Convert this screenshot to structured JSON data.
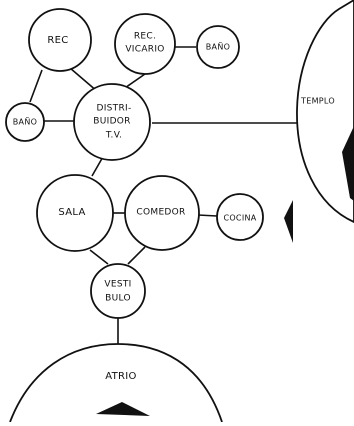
{
  "nodes": {
    "rec": "REC",
    "rec_vicario": [
      "REC.",
      "VICARIO"
    ],
    "bano_top": "BAÑO",
    "bano_left": "BAÑO",
    "distribuidor": [
      "DISTRI-",
      "BUIDOR",
      "T.V."
    ],
    "templo": "TEMPLO",
    "sala": "SALA",
    "comedor": "COMEDOR",
    "cocina": "COCINA",
    "vestibulo": [
      "VESTI",
      "BULO"
    ],
    "atrio": "ATRIO"
  }
}
